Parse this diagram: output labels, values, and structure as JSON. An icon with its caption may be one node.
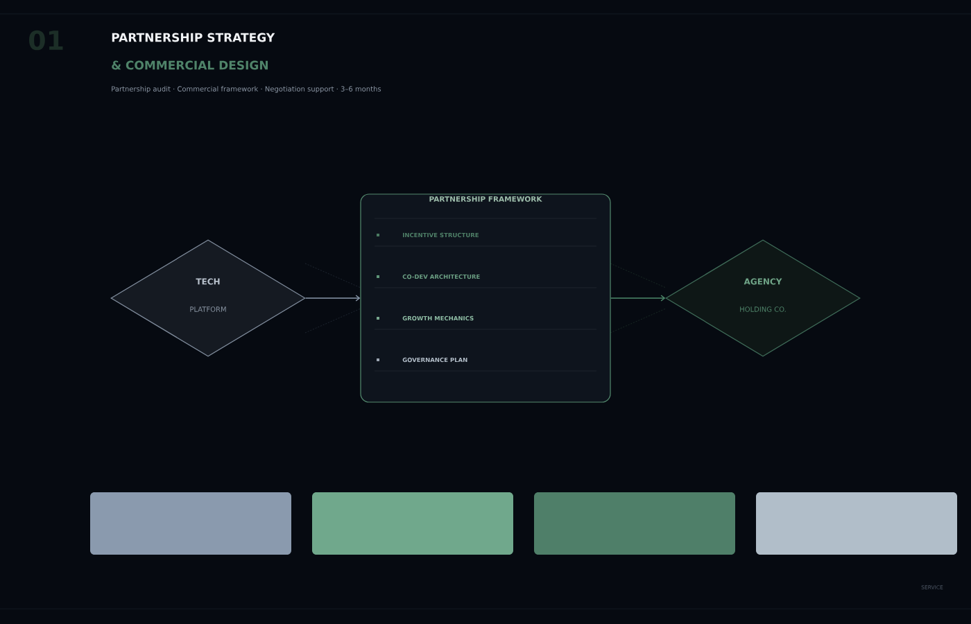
{
  "diagram": {
    "title": "PARTNERSHIP STRATEGY",
    "nodes": [
      {
        "text": [
          "TECH",
          "PLATFORM"
        ]
      },
      {
        "text": [
          "PARTNERSHIP FRAMEWORK",
          "INCENTIVE STRUCTURE",
          "CO-DEV ARCHITECTURE",
          "GROWTH MECHANICS",
          "GOVERNANCE PLAN"
        ]
      },
      {
        "text": [
          "AGENCY",
          "HOLDING CO."
        ]
      },
      {
        "text": [],
        "shape": "box"
      },
      {
        "text": [],
        "shape": "box"
      },
      {
        "text": [],
        "shape": "box"
      },
      {
        "text": [],
        "shape": "box"
      }
    ],
    "edges": [
      {
        "from": 0,
        "to": 1,
        "arrow": "to",
        "color": "#8a99ab"
      },
      {
        "from": 1,
        "to": 2,
        "arrow": "to",
        "color": "#4e8a6b"
      }
    ],
    "labels": [
      "01",
      "& COMMERCIAL DESIGN",
      "Partnership audit · Commercial framework · Negotiation support · 3–6 months",
      "SERVICE"
    ]
  }
}
